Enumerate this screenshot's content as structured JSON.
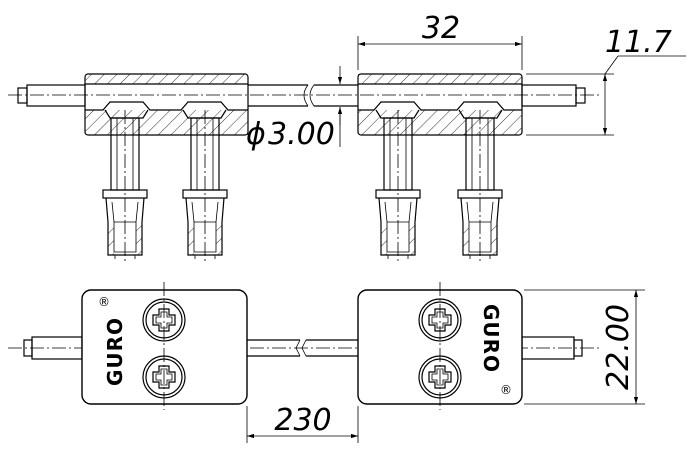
{
  "dimensions": {
    "module_length": "32",
    "module_height": "11.7",
    "wire_diameter": "3.00",
    "diameter_symbol": "ϕ",
    "module_width": "22.00",
    "module_spacing": "230"
  },
  "brand": {
    "logo_text": "GURO",
    "registered_mark": "®"
  }
}
